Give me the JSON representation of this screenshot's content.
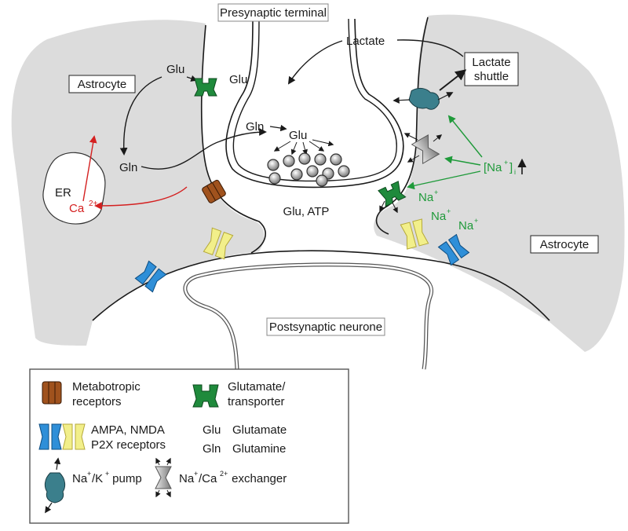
{
  "diagram": {
    "presynaptic_label": "Presynaptic terminal",
    "postsynaptic_label": "Postsynaptic neurone",
    "astrocyte_left_label": "Astrocyte",
    "astrocyte_right_label": "Astrocyte",
    "lactate": "Lactate",
    "lactate_shuttle_line1": "Lactate",
    "lactate_shuttle_line2": "shuttle",
    "glu_left_top": "Glu",
    "glu_transporter_left": "Glu",
    "gln_left": "Gln",
    "gln_pre": "Gln",
    "glu_pre": "Glu",
    "er": "ER",
    "ca": "Ca",
    "ca_sup": "2+",
    "cleft": "Glu, ATP",
    "na_conc_open": "[Na",
    "na_conc_sup": "+",
    "na_conc_close": "]",
    "na_conc_sub": "i",
    "na1": "Na",
    "na2": "Na",
    "na3": "Na",
    "na_sup": "+"
  },
  "legend": {
    "metabotropic_line1": "Metabotropic",
    "metabotropic_line2": "receptors",
    "glutamate_transporter_line1": "Glutamate/",
    "glutamate_transporter_line2": "transporter",
    "ampa_line1": "AMPA, NMDA",
    "ampa_line2": "P2X receptors",
    "glu_abbr": "Glu",
    "glu_full": "Glutamate",
    "gln_abbr": "Gln",
    "gln_full": "Glutamine",
    "nak_na": "Na",
    "nak_sup1": "+",
    "nak_k": "/K",
    "nak_sup2": "+",
    "nak_rest": " pump",
    "naca_na": "Na",
    "naca_sup1": "+",
    "naca_ca": "/Ca",
    "naca_sup2": "2+",
    "naca_rest": " exchanger"
  },
  "colors": {
    "astrocyte_fill": "#dcdcdc",
    "red_arrow": "#d42020",
    "green_arrow": "#1f9a3a",
    "metabotropic": "#a0521d",
    "glutamate_transporter": "#1f8a3c",
    "ampa_blue": "#2f8fd8",
    "nmda_yellow": "#f2ef8a",
    "pump_teal": "#3b7f8c",
    "exchanger_grey": "#9a9a9a"
  }
}
